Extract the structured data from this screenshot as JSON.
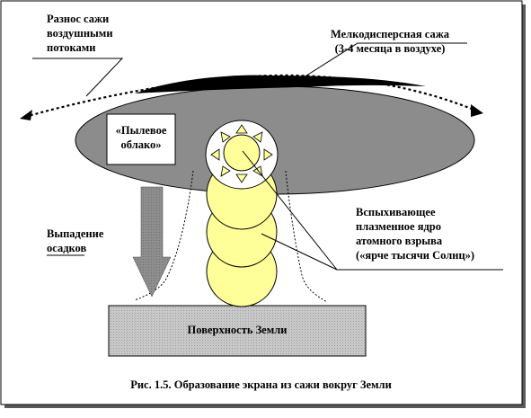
{
  "labels": {
    "soot_transport": [
      "Разнос сажи",
      "воздушными",
      "потоками"
    ],
    "fine_soot": [
      "Мелкодисперсная сажа",
      "(3-4 месяца в воздухе)"
    ],
    "dust_cloud": [
      "«Пылевое",
      "облако»"
    ],
    "fallout": [
      "Выпадение",
      "осадков"
    ],
    "plasma_core": [
      "Вспыхивающее",
      "плазменное ядро",
      "атомного взрыва",
      "(«ярче тысячи Солнц»)"
    ],
    "surface": "Поверхность Земли",
    "caption": "Рис. 1.5. Образование экрана из сажи вокруг Земли"
  },
  "colors": {
    "cloud": "#8c8c8c",
    "soot_layer": "#000000",
    "plasma": "#ffff99",
    "ground": "#c0c0c0",
    "fallout_arrow": "#808080"
  }
}
